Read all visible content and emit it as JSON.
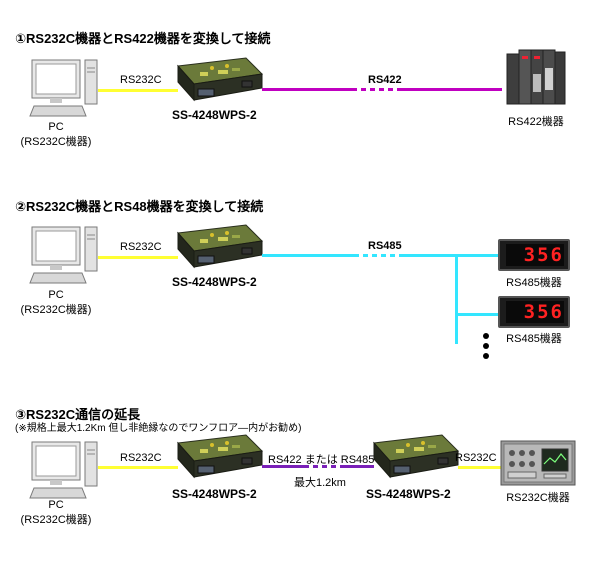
{
  "section1": {
    "heading": "①RS232C機器とRS422機器を変換して接続",
    "pc_label_1": "PC",
    "pc_label_2": "(RS232C機器)",
    "link_left": "RS232C",
    "link_right": "RS422",
    "model": "SS-4248WPS-2",
    "device_label": "RS422機器"
  },
  "section2": {
    "heading": "②RS232C機器とRS48機器を変換して接続",
    "pc_label_1": "PC",
    "pc_label_2": "(RS232C機器)",
    "link_left": "RS232C",
    "link_right": "RS485",
    "model": "SS-4248WPS-2",
    "display_value_1": "356",
    "display_value_2": "356",
    "device_label_1": "RS485機器",
    "device_label_2": "RS485機器"
  },
  "section3": {
    "heading": "③RS232C通信の延長",
    "note": "(※規格上最大1.2Km 但し非絶縁なのでワンフロア―内がお勧め)",
    "pc_label_1": "PC",
    "pc_label_2": "(RS232C機器)",
    "link_left": "RS232C",
    "link_middle": "RS422 または RS485",
    "link_distance": "最大1.2km",
    "link_right": "RS232C",
    "model_left": "SS-4248WPS-2",
    "model_right": "SS-4248WPS-2",
    "device_label": "RS232C機器"
  },
  "colors": {
    "rs232c_line": "#ffff33",
    "rs422_line": "#c000c0",
    "rs485_line": "#33e6ff",
    "rs422_485_line": "#7a20b8",
    "converter_body": "#3a3f2e",
    "display_digits": "#ff2222"
  }
}
